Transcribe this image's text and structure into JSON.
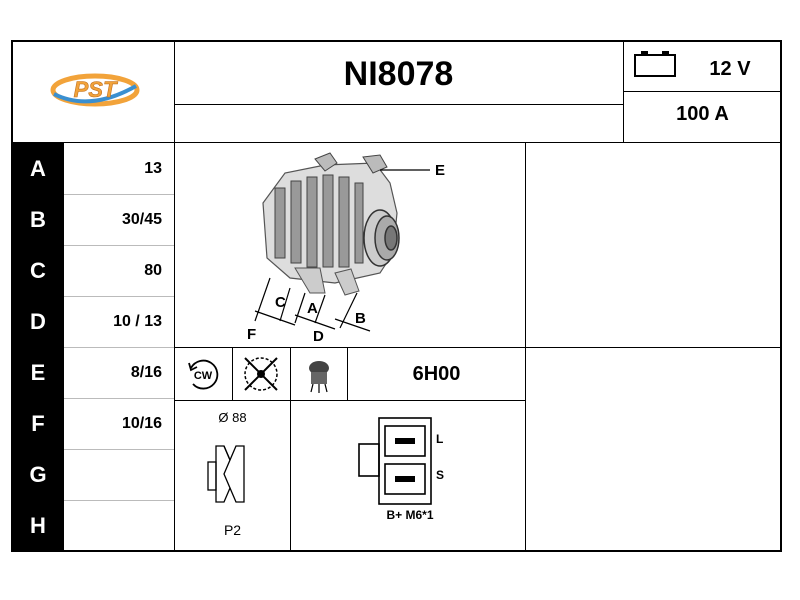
{
  "logo": {
    "text": "PST"
  },
  "header": {
    "part_number": "NI8078",
    "voltage": "12 V",
    "amperage": "100 A",
    "battery_icon": "battery-icon"
  },
  "specs": [
    {
      "letter": "A",
      "value": "13"
    },
    {
      "letter": "B",
      "value": "30/45"
    },
    {
      "letter": "C",
      "value": "80"
    },
    {
      "letter": "D",
      "value": "10 / 13"
    },
    {
      "letter": "E",
      "value": "8/16"
    },
    {
      "letter": "F",
      "value": "10/16"
    },
    {
      "letter": "G",
      "value": ""
    },
    {
      "letter": "H",
      "value": ""
    }
  ],
  "diagram_labels": {
    "E": "E",
    "C": "C",
    "A": "A",
    "B": "B",
    "F": "F",
    "D": "D"
  },
  "rotation": {
    "label": "CW"
  },
  "clock_position": "6H00",
  "pulley": {
    "diameter": "Ø 88",
    "type": "P2"
  },
  "connector": {
    "pin_L": "L",
    "pin_S": "S",
    "caption": "B+ M6*1"
  }
}
